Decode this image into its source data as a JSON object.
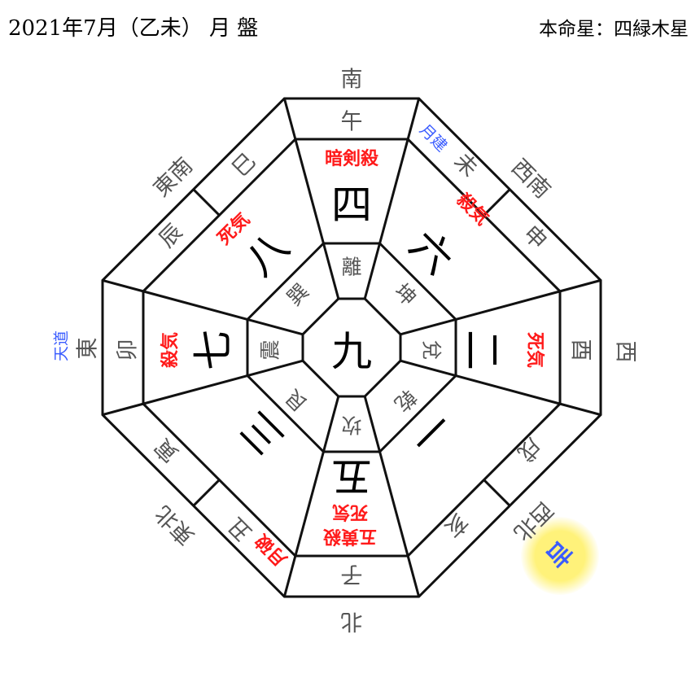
{
  "header": {
    "title": "2021年7月（乙未） 月 盤",
    "honmeisei": "本命星：四緑木星"
  },
  "directions": {
    "s": "南",
    "sw": "西南",
    "w": "西",
    "nw": "西北",
    "n": "北",
    "ne": "東北",
    "e": "東",
    "se": "東南"
  },
  "zodiac": {
    "wu": "午",
    "wei": "未",
    "shen": "申",
    "you": "酉",
    "xu": "戌",
    "hai": "亥",
    "zi": "子",
    "chou": "丑",
    "yin": "寅",
    "mao": "卯",
    "chen": "辰",
    "si": "巳"
  },
  "trigrams": {
    "s": "離",
    "sw": "坤",
    "w": "兌",
    "nw": "乾",
    "n": "坎",
    "ne": "艮",
    "e": "震",
    "se": "巽"
  },
  "stars": {
    "center": "九",
    "s": "四",
    "sw": "六",
    "w": "二",
    "nw": "一",
    "n": "五",
    "ne": "三",
    "e": "七",
    "se": "八"
  },
  "marks": {
    "s": "暗剣殺",
    "sw": "殺気",
    "w": "死気",
    "n1": "五黄殺",
    "n2": "死気",
    "ne": "月破",
    "e": "殺気",
    "se": "死気"
  },
  "blue": {
    "getsuken": "月建",
    "tendo": "天道",
    "kichi": "吉"
  },
  "colors": {
    "red": "#ff1a1a",
    "blue": "#3a5cff",
    "highlight": "#fff27a"
  }
}
